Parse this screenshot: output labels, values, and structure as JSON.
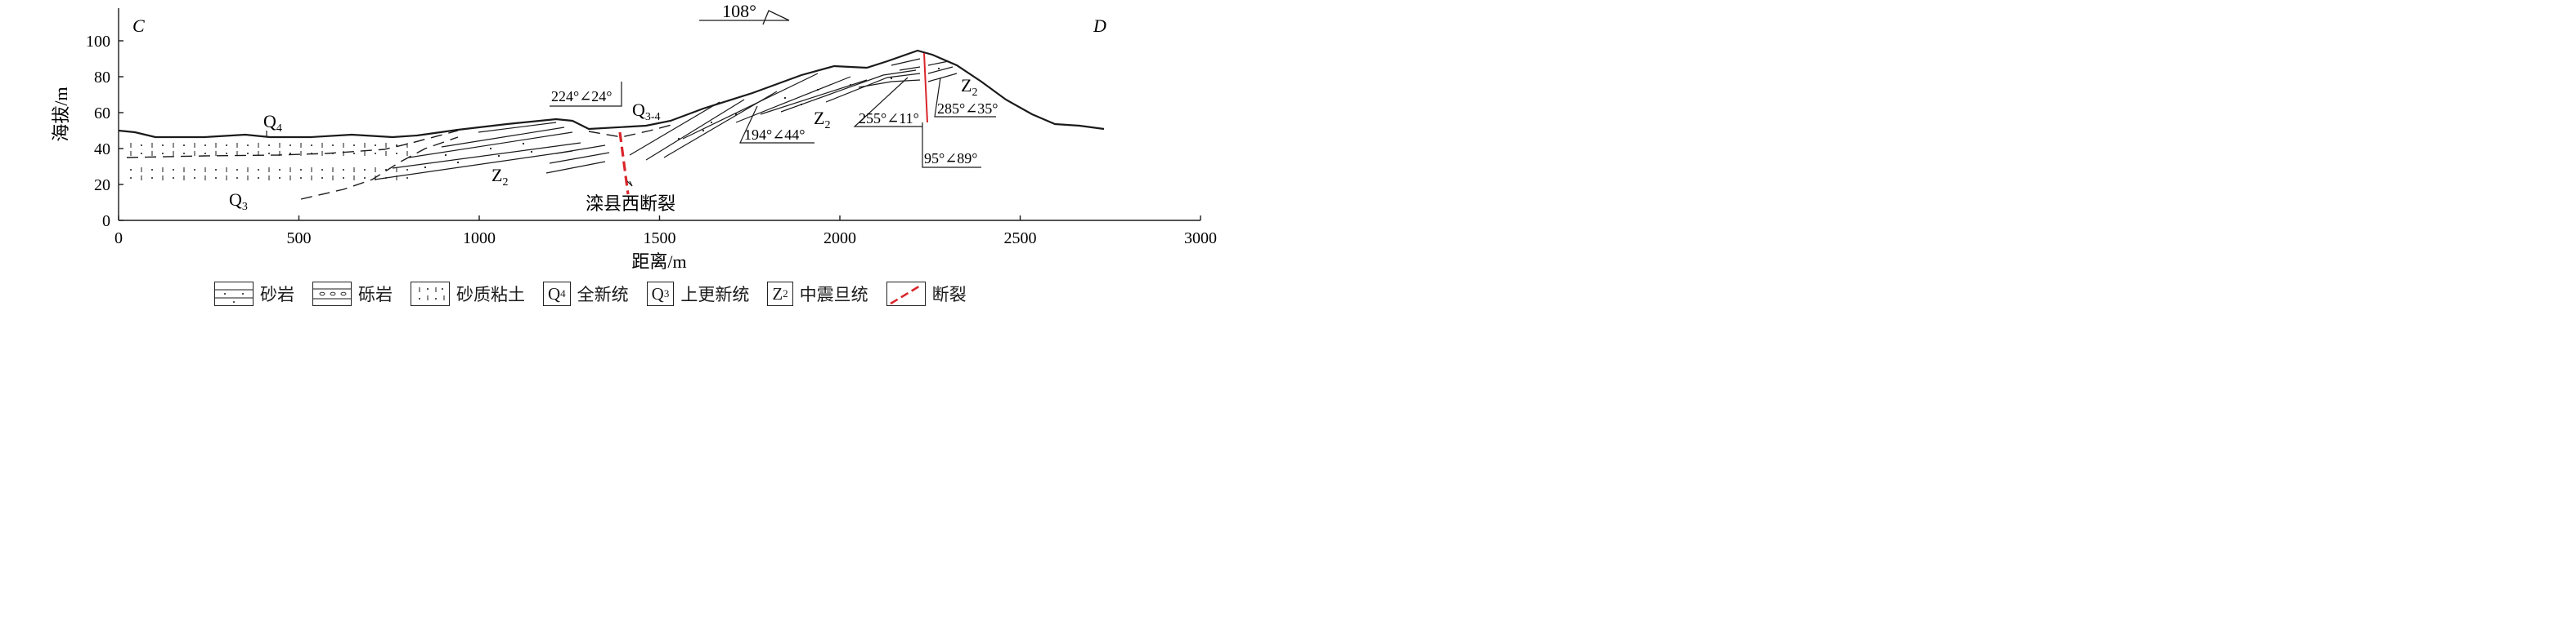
{
  "diagram": {
    "y_axis": {
      "label": "海拔/m",
      "ticks": [
        "0",
        "20",
        "40",
        "60",
        "80",
        "100"
      ],
      "range": [
        0,
        120
      ]
    },
    "x_axis": {
      "label": "距离/m",
      "ticks": [
        "0",
        "500",
        "1000",
        "1500",
        "2000",
        "2500",
        "3000"
      ],
      "range": [
        0,
        3000
      ]
    },
    "corner_labels": {
      "left": "C",
      "right": "D"
    },
    "strike_label": "108°",
    "units": {
      "q4": {
        "main": "Q",
        "sub": "4"
      },
      "q3": {
        "main": "Q",
        "sub": "3"
      },
      "q34": {
        "main": "Q",
        "sub": "3-4"
      },
      "z2_a": {
        "main": "Z",
        "sub": "2"
      },
      "z2_b": {
        "main": "Z",
        "sub": "2"
      },
      "z2_c": {
        "main": "Z",
        "sub": "2"
      }
    },
    "attitudes": [
      "224°∠24°",
      "194°∠44°",
      "255°∠11°",
      "285°∠35°",
      "95°∠89°"
    ],
    "fault_label": "滦县西断裂",
    "colors": {
      "fault": "#d9262b",
      "line": "#1a1a1a"
    }
  },
  "legend": [
    {
      "kind": "swatch",
      "pattern": "sandstone",
      "label": "砂岩"
    },
    {
      "kind": "swatch",
      "pattern": "conglomerate",
      "label": "砾岩"
    },
    {
      "kind": "swatch",
      "pattern": "sandy-clay",
      "label": "砂质粘土"
    },
    {
      "kind": "box",
      "main": "Q",
      "sub": "4",
      "label": "全新统"
    },
    {
      "kind": "box",
      "main": "Q",
      "sub": "3",
      "label": "上更新统"
    },
    {
      "kind": "box",
      "main": "Z",
      "sub": "2",
      "label": "中震旦统"
    },
    {
      "kind": "swatch",
      "pattern": "fault",
      "label": "断裂"
    }
  ]
}
